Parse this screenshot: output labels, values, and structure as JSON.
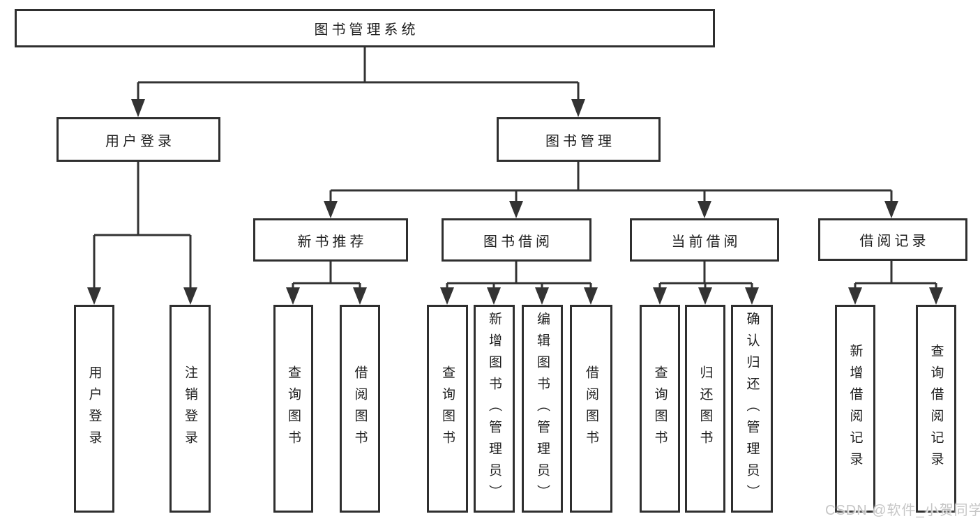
{
  "diagram": {
    "tree": {
      "label": "图书管理系统",
      "children": [
        {
          "label": "用户登录",
          "children": [
            {
              "label": "用户登录"
            },
            {
              "label": "注销登录"
            }
          ]
        },
        {
          "label": "图书管理",
          "children": [
            {
              "label": "新书推荐",
              "children": [
                {
                  "label": "查询图书"
                },
                {
                  "label": "借阅图书"
                }
              ]
            },
            {
              "label": "图书借阅",
              "children": [
                {
                  "label": "查询图书"
                },
                {
                  "label": "新增图书（管理员）"
                },
                {
                  "label": "编辑图书（管理员）"
                },
                {
                  "label": "借阅图书"
                }
              ]
            },
            {
              "label": "当前借阅",
              "children": [
                {
                  "label": "查询图书"
                },
                {
                  "label": "归还图书"
                },
                {
                  "label": "确认归还（管理员）"
                }
              ]
            },
            {
              "label": "借阅记录",
              "children": [
                {
                  "label": "新增借阅记录"
                },
                {
                  "label": "查询借阅记录"
                }
              ]
            }
          ]
        }
      ]
    },
    "colors": {
      "line": "#333333",
      "box_border": "#2f2f2f",
      "text": "#1f1f1f",
      "background": "#ffffff",
      "watermark": "#c6c6c6"
    }
  },
  "watermark": {
    "text": "CSDN @软件_小贺同学"
  }
}
